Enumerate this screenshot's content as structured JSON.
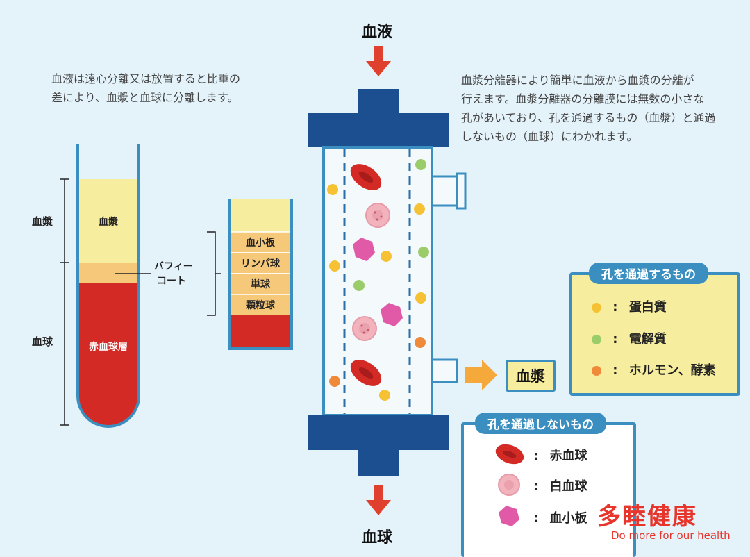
{
  "left_text": {
    "line1": "血液は遠心分離又は放置すると比重の",
    "line2": "差により、血漿と血球に分離します。"
  },
  "right_text": {
    "line1": "血漿分離器により簡単に血液から血漿の分離が",
    "line2": "行えます。血漿分離器の分離膜には無数の小さな",
    "line3": "孔があいており、孔を通過するもの（血漿）と通過",
    "line4": "しないもの（血球）にわかれます。"
  },
  "tube": {
    "bracket_plasma": "血漿",
    "bracket_cells": "血球",
    "layer_plasma": "血漿",
    "layer_rbc": "赤血球層",
    "buffy_line1": "バフィー",
    "buffy_line2": "コート"
  },
  "detail_layers": [
    "血小板",
    "リンパ球",
    "単球",
    "顆粒球"
  ],
  "flow": {
    "in_label": "血液",
    "out_label": "血球",
    "plasma_out": "血漿"
  },
  "pass_box": {
    "title": "孔を通過するもの",
    "items": [
      {
        "label": "蛋白質",
        "color": "#f6c233"
      },
      {
        "label": "電解質",
        "color": "#9acd6a"
      },
      {
        "label": "ホルモン、酵素",
        "color": "#ef8a3a"
      }
    ]
  },
  "nopass_box": {
    "title": "孔を通過しないもの",
    "items": [
      {
        "label": "赤血球",
        "icon": "red-blood-cell-icon"
      },
      {
        "label": "白血球",
        "icon": "white-blood-cell-icon"
      },
      {
        "label": "血小板",
        "icon": "platelet-icon"
      }
    ]
  },
  "watermark": {
    "brand": "多睦健康",
    "tagline": "Do more for our health",
    "accent": "#e8352b"
  },
  "colors": {
    "plasma": "#f6ee9e",
    "buffy": "#f5c87a",
    "rbc": "#d42a25",
    "separator": "#1c4f8f",
    "frame": "#3a8fc0",
    "arrow_red": "#e0412f",
    "arrow_orange": "#f4a93a"
  }
}
